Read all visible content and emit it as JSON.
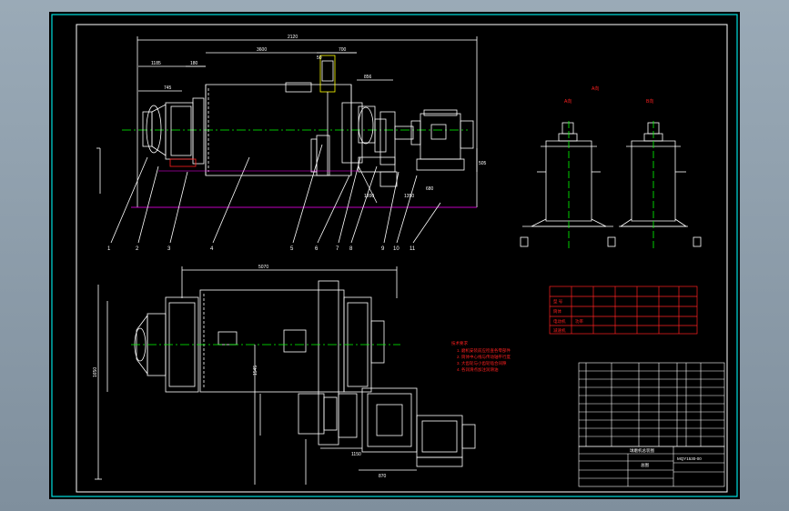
{
  "dims": {
    "d2120": "2120",
    "d3600": "3600",
    "d700": "700",
    "d1185": "1185",
    "d180": "180",
    "d745": "745",
    "d856": "856",
    "d1200": "1200",
    "d1350": "1350",
    "d680": "680",
    "d5070": "5070",
    "d1650": "1650",
    "d1545": "1545",
    "d1150": "1150",
    "d870": "870",
    "d50": "50",
    "d505": "505"
  },
  "balloons": [
    "1",
    "2",
    "3",
    "4",
    "5",
    "6",
    "7",
    "8",
    "9",
    "10",
    "11"
  ],
  "side_view": {
    "title": "A向",
    "left_label": "A向",
    "right_label": "B向"
  },
  "tech_notes": {
    "title": "技术要求",
    "lines": [
      "1. 磨机安装前应检查各零部件",
      "2. 筒体中心线与传动轴平行度",
      "3. 大齿轮与小齿轮啮合间隙",
      "4. 各润滑点加注润滑油"
    ]
  },
  "spec_table": {
    "rows": [
      [
        "型 号",
        "",
        "",
        "",
        ""
      ],
      [
        "筒体",
        "",
        "",
        "",
        ""
      ],
      [
        "电动机",
        "功率",
        "",
        "",
        ""
      ],
      [
        "减速机",
        "",
        "",
        "",
        ""
      ]
    ]
  },
  "title_block": {
    "drawing_no": "MQY1530-00",
    "name": "总图",
    "company": "球磨机总装图"
  },
  "colors": {
    "white": "#ffffff",
    "magenta": "#ff00ff",
    "red": "#ff2020",
    "green": "#00ff00",
    "cyan": "#00e0e0",
    "yellow": "#ffff00"
  }
}
